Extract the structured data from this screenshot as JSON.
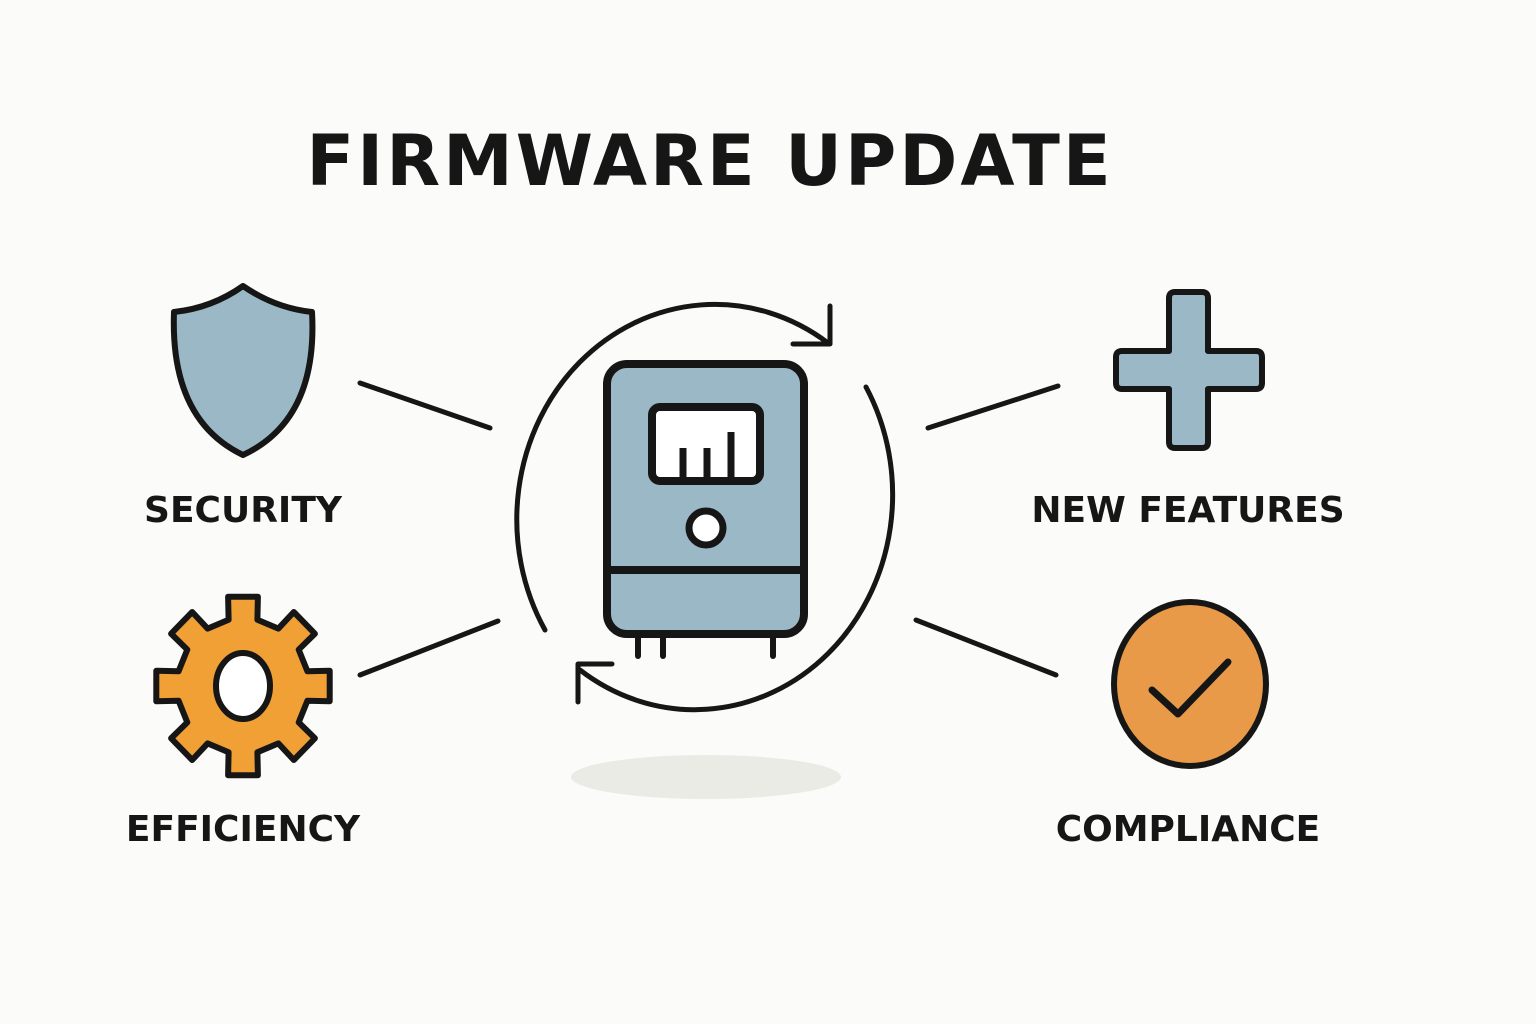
{
  "title": "FIRMWARE UPDATE",
  "center": {
    "icon": "firmware-device-icon",
    "cycle_icon": "refresh-cycle-icon"
  },
  "benefits": [
    {
      "label": "SECURITY",
      "icon": "shield-icon"
    },
    {
      "label": "EFFICIENCY",
      "icon": "gear-icon"
    },
    {
      "label": "NEW FEATURES",
      "icon": "plus-icon"
    },
    {
      "label": "COMPLIANCE",
      "icon": "check-circle-icon"
    }
  ],
  "colors": {
    "background": "#fbfbf9",
    "stroke": "#161616",
    "blue": "#9ab8c6",
    "gear_orange": "#f0a035",
    "check_orange": "#e89a48",
    "shadow": "#ebebe6"
  }
}
